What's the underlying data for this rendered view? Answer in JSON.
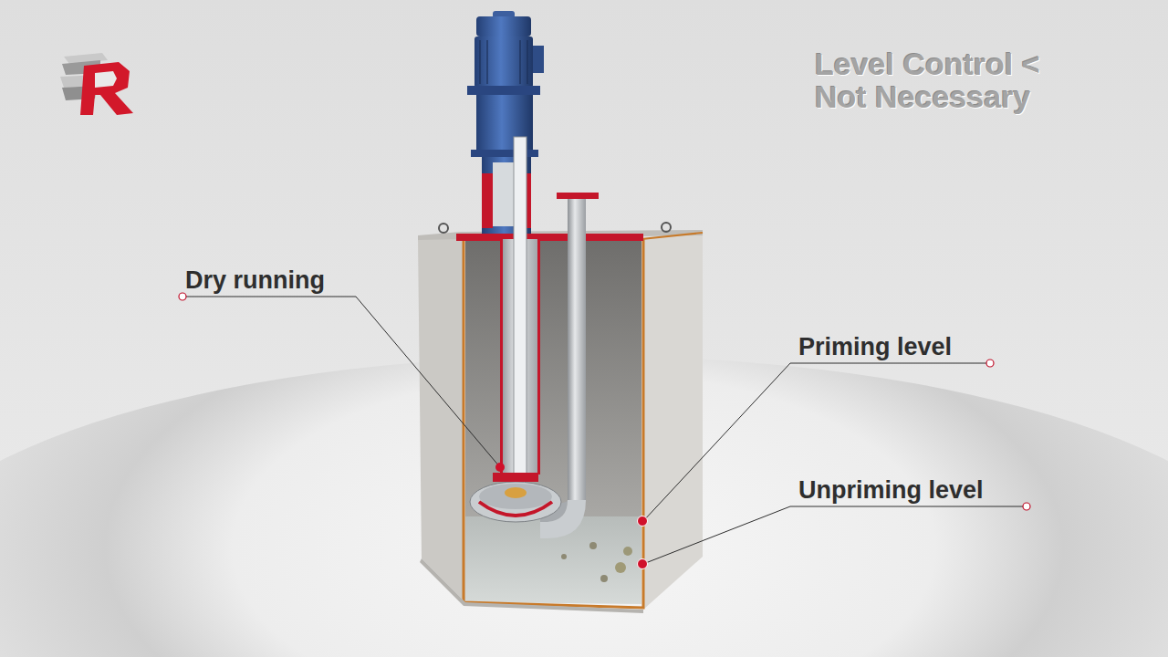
{
  "diagram": {
    "title": "Level Control < Not Necessary",
    "labels": [
      "Dry running",
      "Priming level",
      "Unpriming level"
    ]
  }
}
